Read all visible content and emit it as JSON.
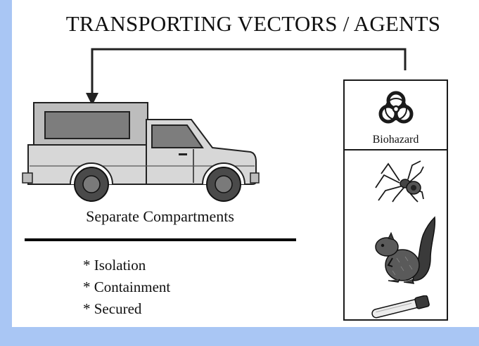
{
  "title": "TRANSPORTING VECTORS / AGENTS",
  "truck": {
    "label": "Separate Compartments",
    "features": [
      "* Isolation",
      "* Containment",
      "* Secured"
    ]
  },
  "agents": {
    "biohazard_label": "Biohazard",
    "icons": [
      "biohazard-icon",
      "spider-icon",
      "squirrel-icon",
      "test-tube-icon"
    ]
  },
  "colors": {
    "border_accent": "#a9c6f4",
    "ink": "#111111",
    "truck_body": "#d7d7d7",
    "truck_window": "#7d7d7d"
  }
}
